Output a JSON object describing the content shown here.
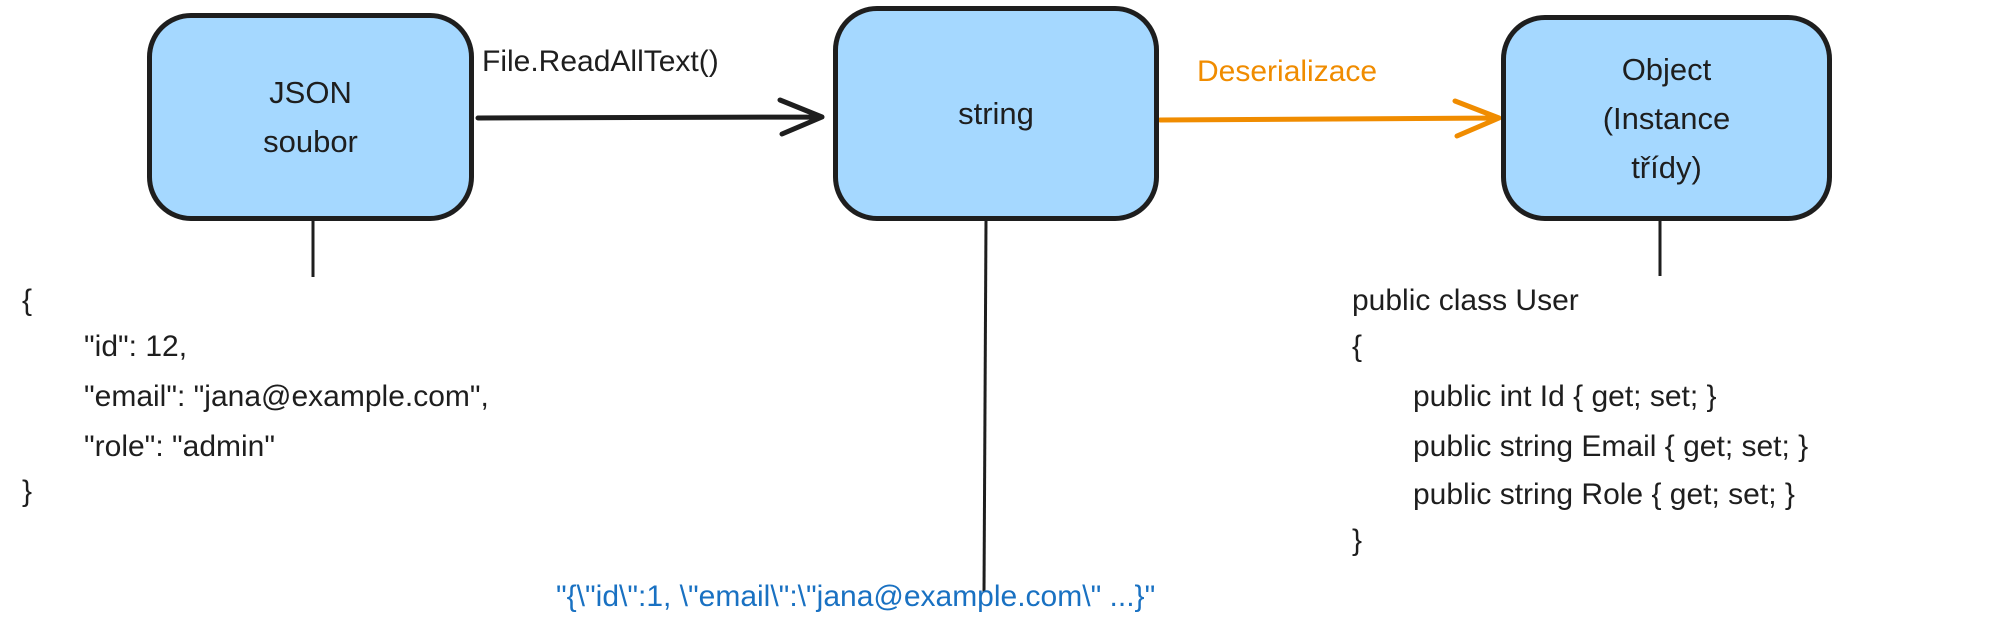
{
  "nodes": {
    "json_file": {
      "line1": "JSON",
      "line2": "soubor"
    },
    "string": {
      "label": "string"
    },
    "object": {
      "line1": "Object",
      "line2": "(Instance",
      "line3": "třídy)"
    }
  },
  "edges": {
    "read": {
      "label": "File.ReadAllText()"
    },
    "deserialize": {
      "label": "Deserializace",
      "color": "#f08c00"
    }
  },
  "json_example": [
    "{",
    "\"id\": 12,",
    "\"email\": \"jana@example.com\",",
    "\"role\": \"admin\"",
    "}"
  ],
  "string_example": {
    "text": "\"{\\\"id\\\":1, \\\"email\\\":\\\"jana@example.com\\\" ...}\"",
    "color": "#1971c2"
  },
  "class_example": [
    "public class User",
    "{",
    "public int Id { get; set; }",
    "public string Email { get; set; }",
    "public string Role { get; set; }",
    "}"
  ],
  "colors": {
    "box_fill": "#a5d8ff",
    "stroke": "#1e1e1e"
  }
}
